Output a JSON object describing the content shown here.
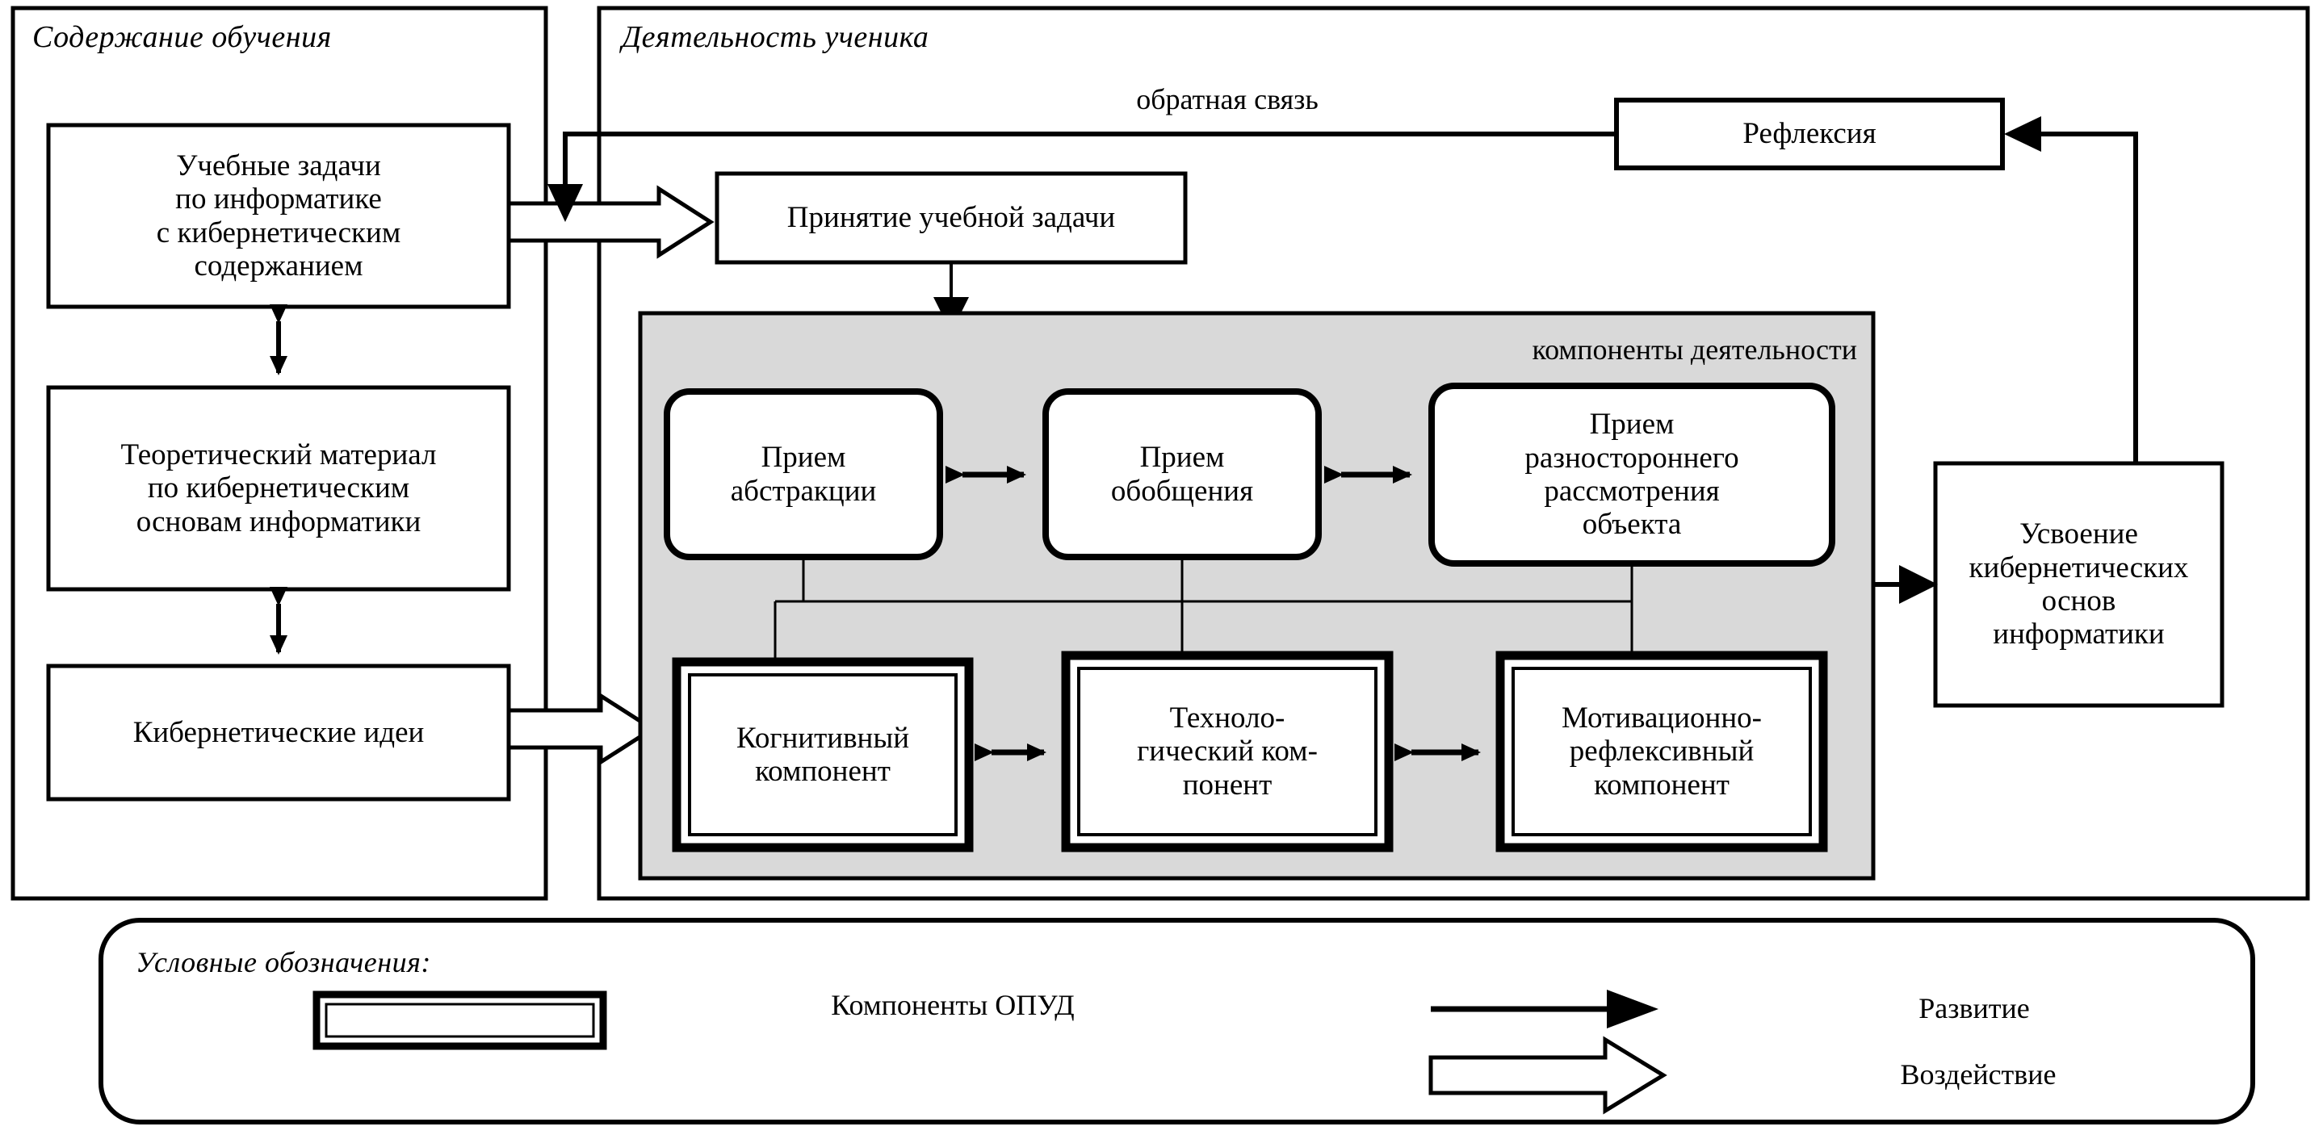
{
  "diagram": {
    "title_content": "Содержание обучения",
    "title_activity": "Деятельность ученика",
    "feedback_label": "обратная связь",
    "components_label": "компоненты деятельности",
    "content_boxes": [
      {
        "id": "learning-tasks",
        "text": "Учебные задачи\nпо информатике\nс кибернетическим\nсодержанием"
      },
      {
        "id": "theory-material",
        "text": "Теоретический материал\nпо кибернетическим\nосновам информатики"
      },
      {
        "id": "cybernetic-ideas",
        "text": "Кибернетические идеи"
      }
    ],
    "activity_boxes": [
      {
        "id": "task-acceptance",
        "text": "Принятие учебной задачи"
      },
      {
        "id": "reflection",
        "text": "Рефлексия"
      },
      {
        "id": "assimilation",
        "text": "Усвоение\nкибернетических\nоснов\nинформатики"
      }
    ],
    "method_boxes": [
      {
        "id": "abstraction",
        "text": "Прием\nабстракции"
      },
      {
        "id": "generalization",
        "text": "Прием\nобобщения"
      },
      {
        "id": "multifaceted",
        "text": "Прием\nразностороннего\nрассмотрения\nобъекта"
      }
    ],
    "component_boxes": [
      {
        "id": "cognitive",
        "text": "Когнитивный\nкомпонент"
      },
      {
        "id": "technological",
        "text": "Техноло-\nгический ком-\nпонент"
      },
      {
        "id": "motivational",
        "text": "Мотивационно-\nрефлексивный\nкомпонент"
      }
    ],
    "legend": {
      "title": "Условные обозначения:",
      "items": [
        {
          "id": "opud-components",
          "symbol": "double-border-box",
          "label": "Компоненты ОПУД"
        },
        {
          "id": "development",
          "symbol": "solid-arrow",
          "label": "Развитие"
        },
        {
          "id": "influence",
          "symbol": "hollow-arrow",
          "label": "Воздействие"
        }
      ]
    },
    "colors": {
      "stroke": "#000000",
      "background": "#ffffff",
      "panel_shade": "#d9d9d9"
    }
  }
}
